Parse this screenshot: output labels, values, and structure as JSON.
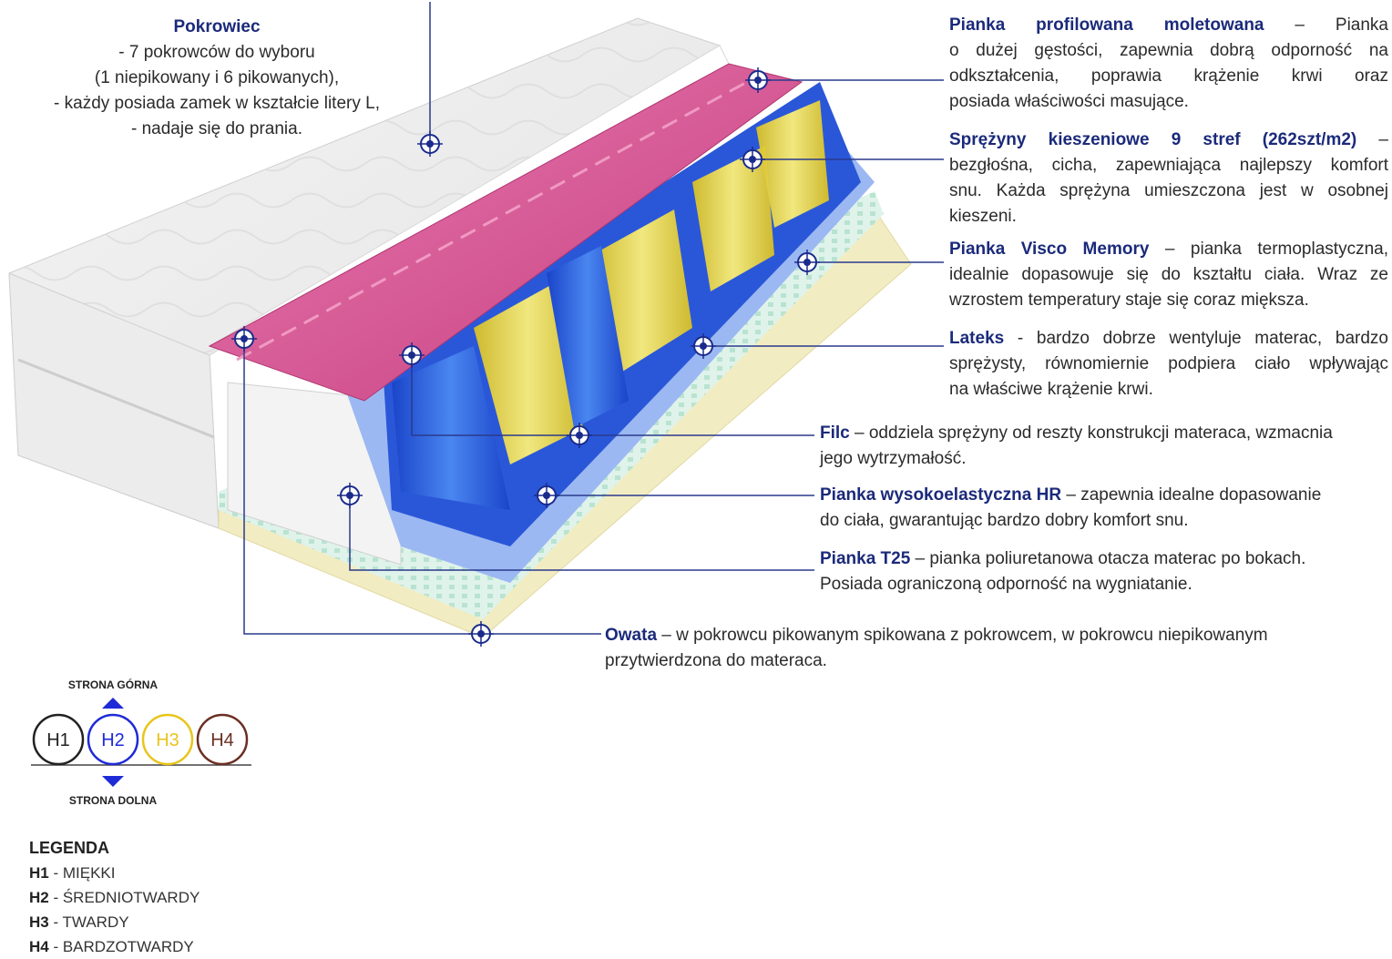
{
  "labels": {
    "pokrowiec": {
      "title": "Pokrowiec",
      "lines": [
        "- 7 pokrowców do wyboru",
        "(1 niepikowany i 6 pikowanych),",
        "-  każdy posiada zamek w kształcie litery L,",
        "- nadaje się do prania."
      ]
    },
    "pianka_prof": {
      "title": "Pianka  profilowana  moletowana",
      "title_rest": "   –  Pianka",
      "lines": [
        "o dużej gęstości, zapewnia dobrą odporność na",
        "odkształcenia,  poprawia  krążenie  krwi  oraz",
        "posiada właściwości masujące."
      ]
    },
    "sprezyny": {
      "title": "Sprężyny  kieszeniowe  9  stref  (262szt/m2)",
      "title_rest": "  –",
      "lines": [
        "bezgłośna, cicha, zapewniająca najlepszy komfort",
        "snu.  Każda  sprężyna  umieszczona  jest  w  osobnej",
        "kieszeni."
      ]
    },
    "visco": {
      "title": "Pianka Visco Memory",
      "title_rest": " – pianka termoplastyczna,",
      "lines": [
        "idealnie dopasowuje się do kształtu ciała. Wraz ze",
        "wzrostem temperatury staje się coraz miększa."
      ]
    },
    "lateks": {
      "title": "Lateks",
      "title_rest": " - bardzo dobrze wentyluje materac, bardzo",
      "lines": [
        "sprężysty, równomiernie podpiera ciało wpływając",
        "na właściwe krążenie krwi."
      ]
    },
    "filc": {
      "title": "Filc",
      "title_rest": " – oddziela sprężyny od reszty konstrukcji materaca, wzmacnia",
      "lines": [
        "jego wytrzymałość."
      ]
    },
    "hr": {
      "title": "Pianka wysokoelastyczna HR",
      "title_rest": " – zapewnia idealne dopasowanie",
      "lines": [
        "do ciała, gwarantując bardzo dobry komfort snu."
      ]
    },
    "t25": {
      "title": "Pianka T25",
      "title_rest": " – pianka poliuretanowa otacza materac po bokach.",
      "lines": [
        "Posiada ograniczoną odporność na wygniatanie."
      ]
    },
    "owata": {
      "title": "Owata",
      "title_rest": " – w pokrowcu pikowanym spikowana z pokrowcem, w pokrowcu niepikowanym",
      "lines": [
        "przytwierdzona do materaca."
      ]
    }
  },
  "hardness": {
    "top_label": "STRONA GÓRNA",
    "bottom_label": "STRONA DOLNA",
    "items": [
      {
        "label": "H1",
        "color": "#222222"
      },
      {
        "label": "H2",
        "color": "#1f2bd6"
      },
      {
        "label": "H3",
        "color": "#e8c51c"
      },
      {
        "label": "H4",
        "color": "#6b2f23"
      }
    ]
  },
  "legend": {
    "title": "LEGENDA",
    "items": [
      {
        "code": "H1",
        "sep": " - ",
        "desc": "MIĘKKI"
      },
      {
        "code": "H2",
        "sep": " - ",
        "desc": "ŚREDNIOTWARDY"
      },
      {
        "code": "H3",
        "sep": " - ",
        "desc": "TWARDY"
      },
      {
        "code": "H4",
        "sep": " - ",
        "desc": "BARDZOTWARDY"
      }
    ]
  },
  "colors": {
    "accent": "#1b2a7a",
    "marker": "#1a2b8c",
    "foam_pink": "#d9508f",
    "spring_blue": "#2b63e0",
    "spring_yellow": "#f3de4a"
  }
}
